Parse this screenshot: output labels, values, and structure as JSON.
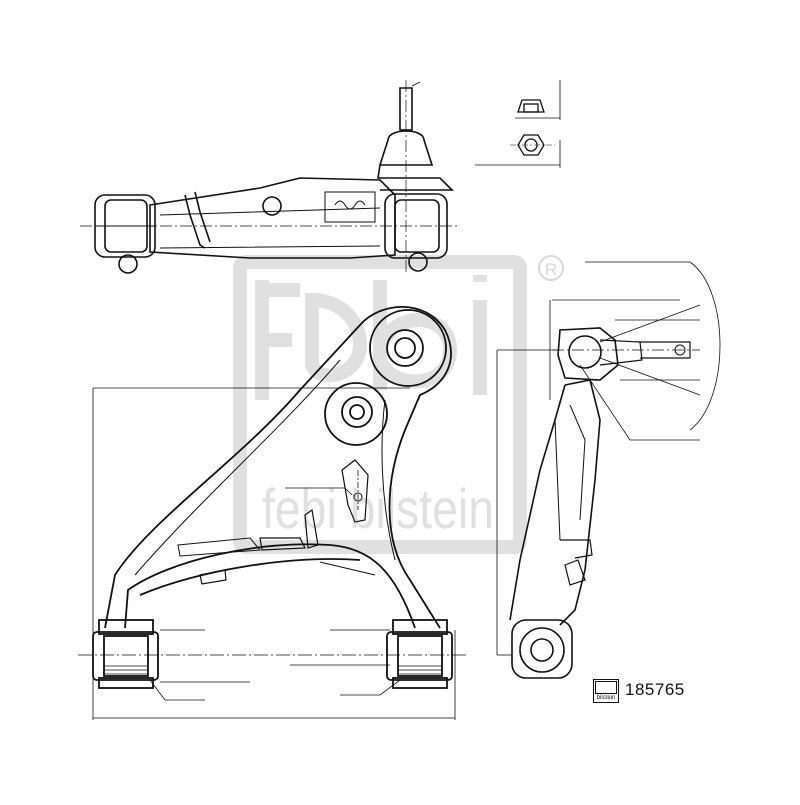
{
  "brand": {
    "watermark_text": "febi bilstein",
    "registered_mark": "®",
    "mini_logo_text": "bilstein"
  },
  "part_number": "185765",
  "colors": {
    "line": "#111111",
    "watermark": "#e3e3e3",
    "background": "#ffffff"
  }
}
